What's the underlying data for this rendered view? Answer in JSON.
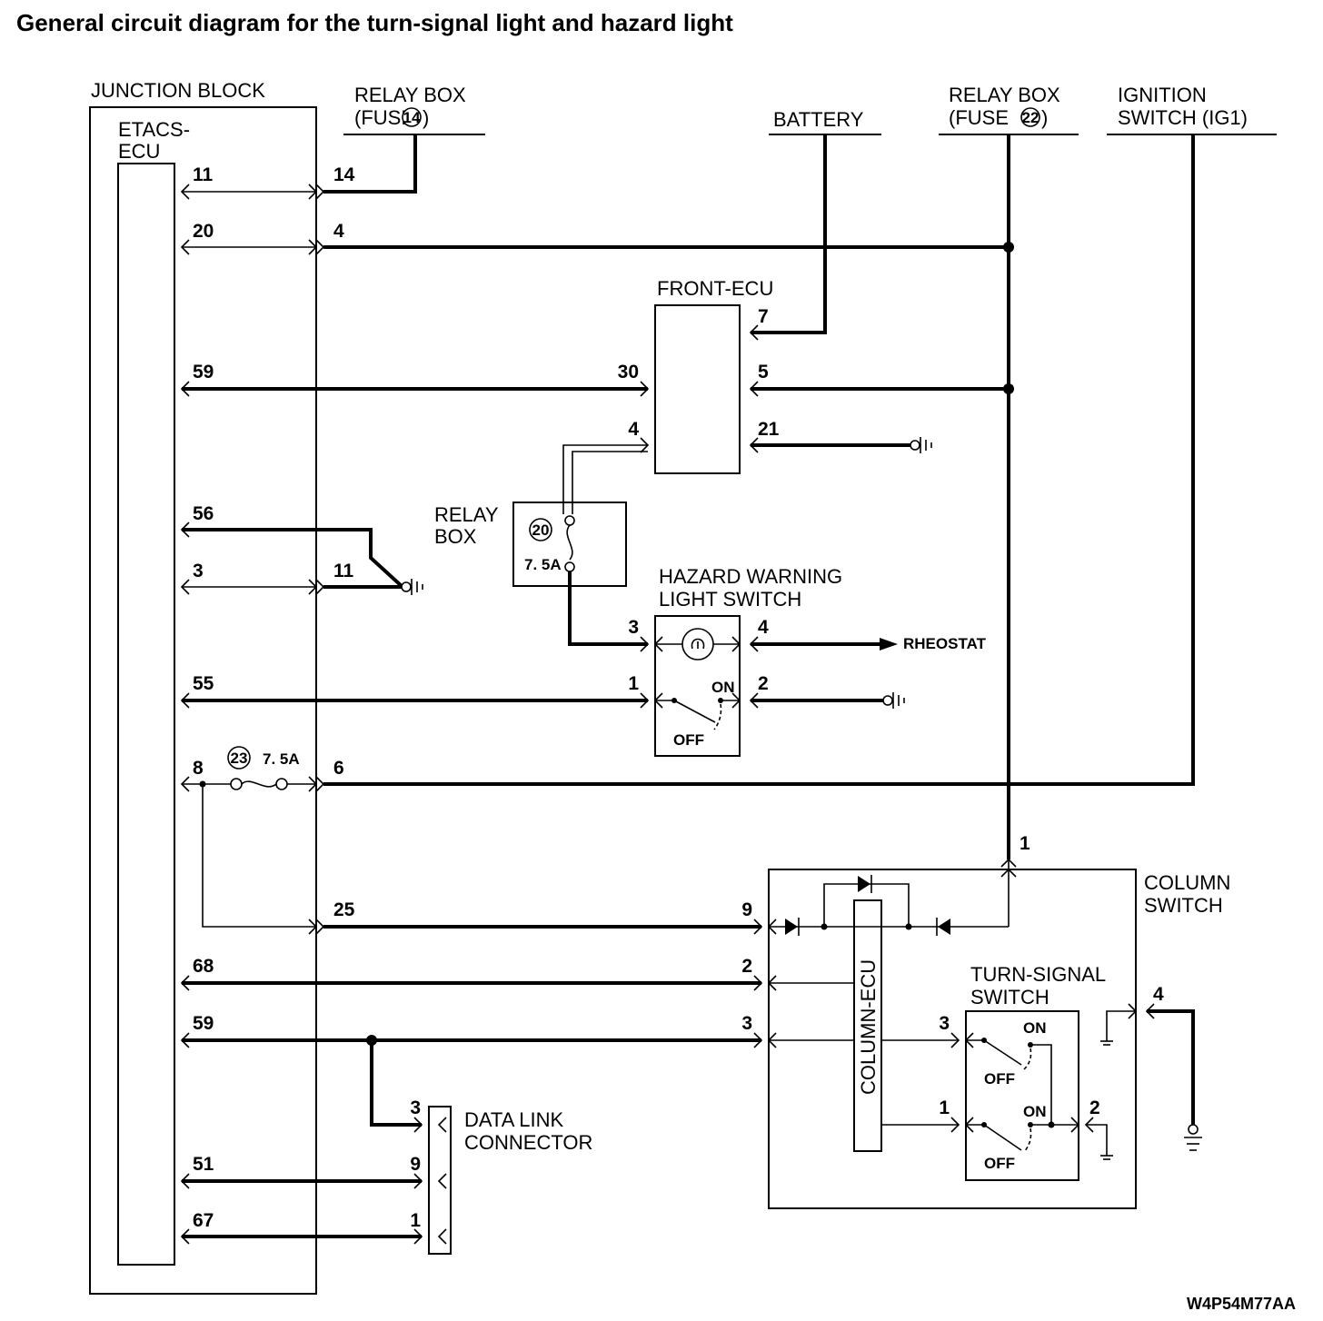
{
  "title": "General circuit diagram for the turn-signal light and hazard light",
  "figure_code": "W4P54M77AA",
  "components": {
    "junction_block": "JUNCTION BLOCK",
    "etacs_ecu": [
      "ETACS-",
      "ECU"
    ],
    "relay_box_fuse14": [
      "RELAY BOX",
      "(FUSE",
      ")"
    ],
    "fuse14_number": "14",
    "battery": "BATTERY",
    "relay_box_fuse22": [
      "RELAY BOX",
      "(FUSE",
      ")"
    ],
    "fuse22_number": "22",
    "ignition_switch": [
      "IGNITION",
      "SWITCH (IG1)"
    ],
    "front_ecu": "FRONT-ECU",
    "relay_box": [
      "RELAY",
      "BOX"
    ],
    "fuse20": {
      "number": "20",
      "rating": "7. 5A"
    },
    "hazard_switch": [
      "HAZARD WARNING",
      "LIGHT SWITCH"
    ],
    "rheostat": "RHEOSTAT",
    "on": "ON",
    "off": "OFF",
    "fuse23": {
      "number": "23",
      "rating": "7. 5A"
    },
    "column_switch": [
      "COLUMN",
      "SWITCH"
    ],
    "column_ecu": "COLUMN-ECU",
    "turn_signal_switch": [
      "TURN-SIGNAL",
      "SWITCH"
    ],
    "data_link_connector": [
      "DATA LINK",
      "CONNECTOR"
    ]
  },
  "pins": {
    "etacs": [
      "11",
      "20",
      "59",
      "56",
      "3",
      "55",
      "8",
      "68",
      "59",
      "51",
      "67"
    ],
    "junction_block": [
      "14",
      "4",
      "11",
      "6",
      "25"
    ],
    "front_ecu": [
      "7",
      "30",
      "5",
      "4",
      "21"
    ],
    "hazard_switch": [
      "3",
      "4",
      "1",
      "2"
    ],
    "column_switch": [
      "1",
      "9",
      "2",
      "3",
      "4"
    ],
    "turn_signal_switch": [
      "3",
      "1",
      "2"
    ],
    "data_link_connector": [
      "3",
      "9",
      "1"
    ]
  }
}
